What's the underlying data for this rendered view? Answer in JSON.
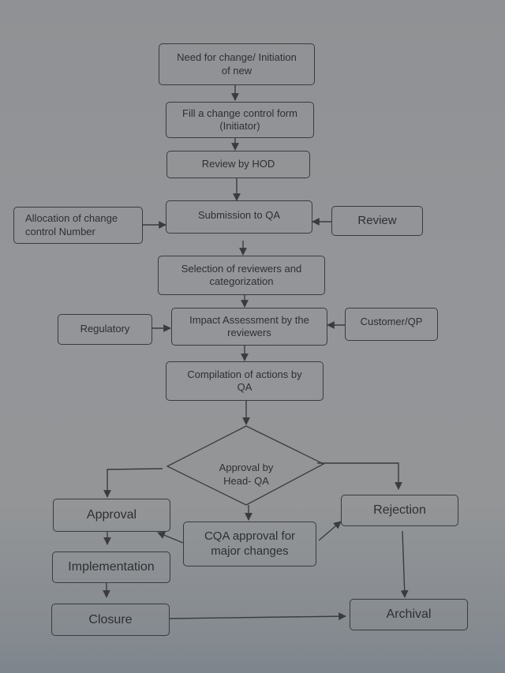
{
  "diagram": {
    "type": "flowchart",
    "subject": "Change control process",
    "nodes": [
      {
        "id": "initiation",
        "label": "Need for change/ Initiation\nof new",
        "shape": "rounded-rect"
      },
      {
        "id": "fill_form",
        "label": "Fill a change control form\n(Initiator)",
        "shape": "rounded-rect"
      },
      {
        "id": "review_hod",
        "label": "Review by HOD",
        "shape": "rounded-rect"
      },
      {
        "id": "allocation",
        "label": "Allocation of change\ncontrol Number",
        "shape": "rounded-rect"
      },
      {
        "id": "submission_qa",
        "label": "Submission to QA",
        "shape": "rounded-rect"
      },
      {
        "id": "review",
        "label": "Review",
        "shape": "rounded-rect"
      },
      {
        "id": "selection",
        "label": "Selection of reviewers and\ncategorization",
        "shape": "rounded-rect"
      },
      {
        "id": "regulatory",
        "label": "Regulatory",
        "shape": "rounded-rect"
      },
      {
        "id": "impact",
        "label": "Impact Assessment by the\nreviewers",
        "shape": "rounded-rect"
      },
      {
        "id": "customer_qp",
        "label": "Customer/QP",
        "shape": "rounded-rect"
      },
      {
        "id": "compilation",
        "label": "Compilation of actions by\nQA",
        "shape": "rounded-rect"
      },
      {
        "id": "approval_head",
        "label": "Approval by\nHead- QA",
        "shape": "diamond"
      },
      {
        "id": "approval",
        "label": "Approval",
        "shape": "rounded-rect"
      },
      {
        "id": "cqa",
        "label": "CQA approval for\nmajor changes",
        "shape": "rounded-rect"
      },
      {
        "id": "rejection",
        "label": "Rejection",
        "shape": "rounded-rect"
      },
      {
        "id": "implementation",
        "label": "Implementation",
        "shape": "rounded-rect"
      },
      {
        "id": "closure",
        "label": "Closure",
        "shape": "rounded-rect"
      },
      {
        "id": "archival",
        "label": "Archival",
        "shape": "rounded-rect"
      }
    ],
    "edges": [
      {
        "from": "initiation",
        "to": "fill_form"
      },
      {
        "from": "fill_form",
        "to": "review_hod"
      },
      {
        "from": "review_hod",
        "to": "submission_qa"
      },
      {
        "from": "allocation",
        "to": "submission_qa"
      },
      {
        "from": "review",
        "to": "submission_qa"
      },
      {
        "from": "submission_qa",
        "to": "selection"
      },
      {
        "from": "selection",
        "to": "impact"
      },
      {
        "from": "regulatory",
        "to": "impact"
      },
      {
        "from": "customer_qp",
        "to": "impact"
      },
      {
        "from": "impact",
        "to": "compilation"
      },
      {
        "from": "compilation",
        "to": "approval_head"
      },
      {
        "from": "approval_head",
        "to": "approval"
      },
      {
        "from": "approval_head",
        "to": "cqa"
      },
      {
        "from": "approval_head",
        "to": "rejection"
      },
      {
        "from": "cqa",
        "to": "approval"
      },
      {
        "from": "cqa",
        "to": "rejection"
      },
      {
        "from": "approval",
        "to": "implementation"
      },
      {
        "from": "implementation",
        "to": "closure"
      },
      {
        "from": "closure",
        "to": "archival"
      },
      {
        "from": "rejection",
        "to": "archival"
      }
    ]
  }
}
